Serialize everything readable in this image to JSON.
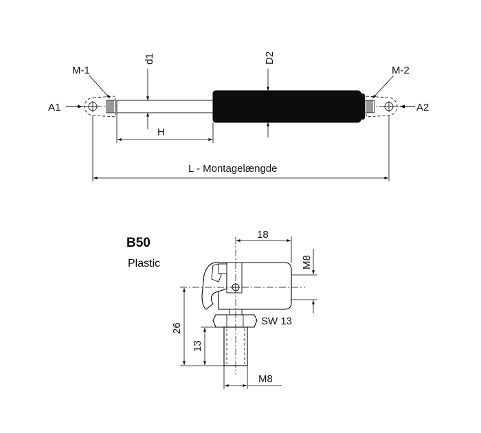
{
  "top_drawing": {
    "label_m1": "M-1",
    "label_m2": "M-2",
    "label_a1": "A1",
    "label_a2": "A2",
    "label_d1": "d1",
    "label_d2": "D2",
    "label_h": "H",
    "label_l": "L - Montagelængde"
  },
  "bottom_drawing": {
    "title": "B50",
    "subtitle": "Plastic",
    "dim_18": "18",
    "dim_m8_top": "M8",
    "dim_26": "26",
    "dim_13": "13",
    "dim_sw13": "SW 13",
    "dim_m8_bottom": "M8"
  },
  "colors": {
    "cylinder": "#0d0d0d",
    "line": "#000000",
    "background": "#ffffff"
  }
}
